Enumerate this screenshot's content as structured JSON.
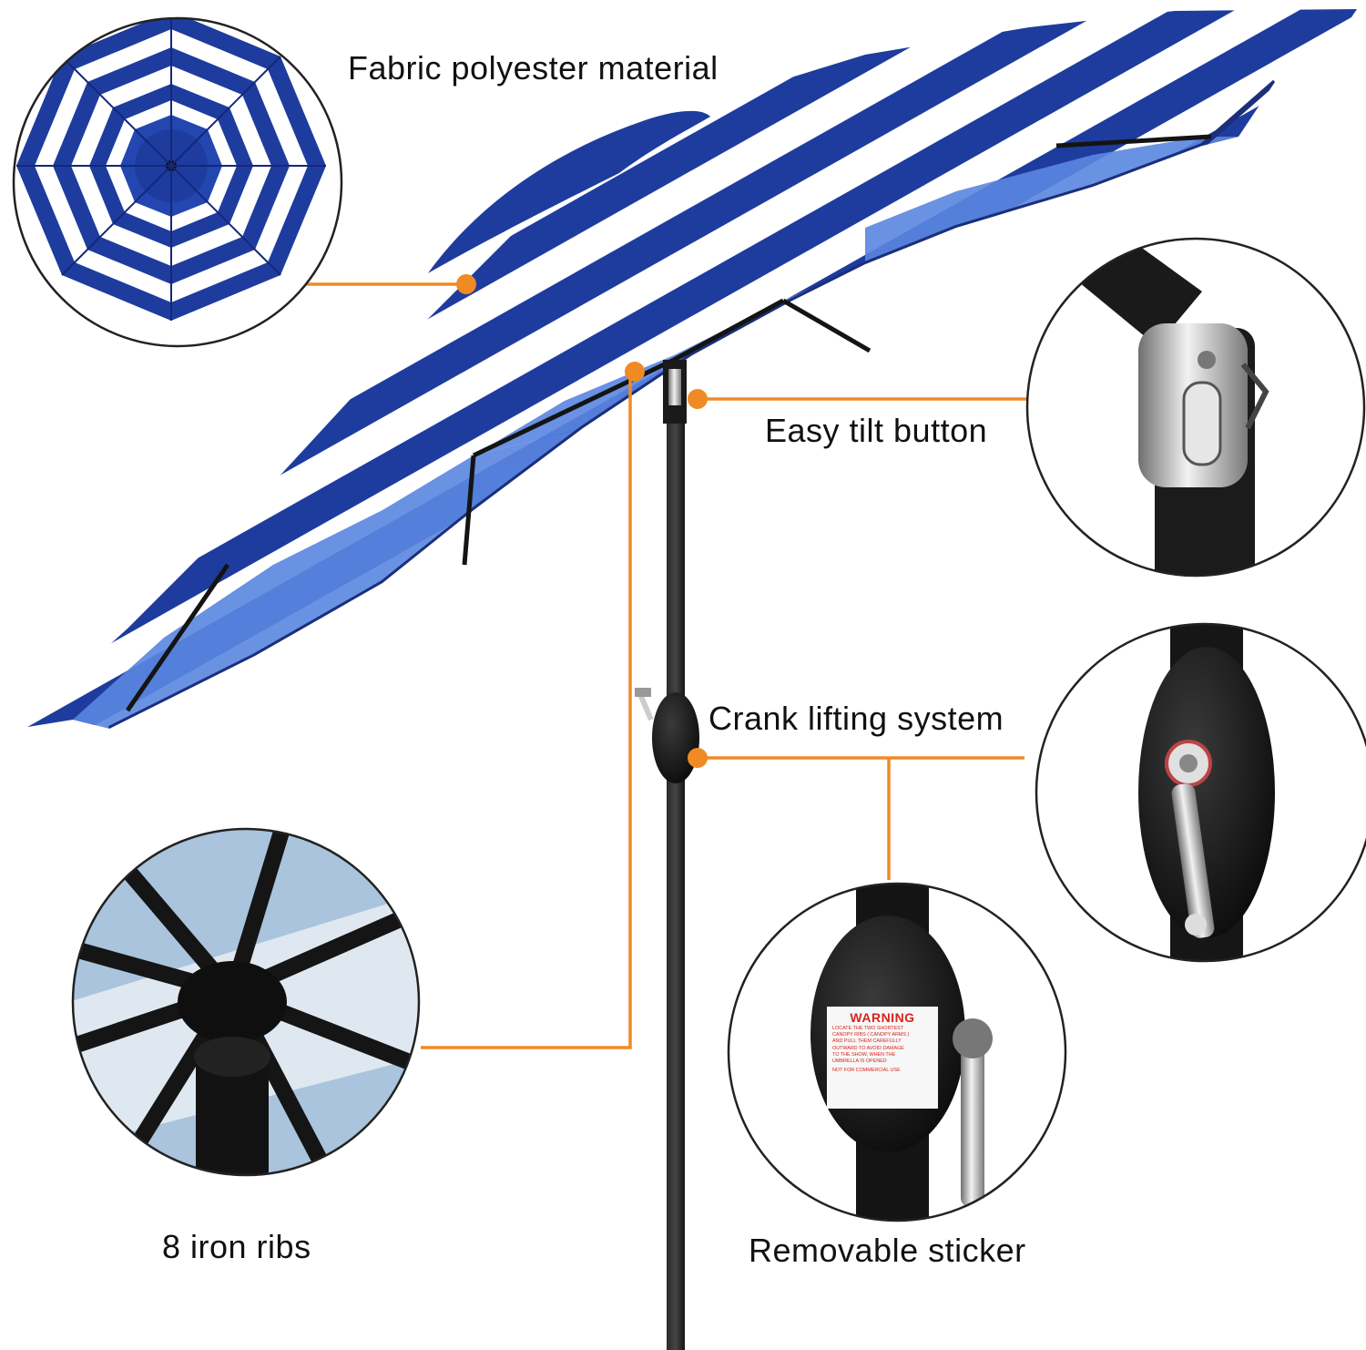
{
  "labels": {
    "fabric": "Fabric polyester material",
    "tilt": "Easy tilt button",
    "crank": "Crank lifting system",
    "ribs": "8 iron ribs",
    "sticker": "Removable sticker"
  },
  "sticker": {
    "heading": "WARNING",
    "lines": [
      "LOCATE THE TWO SHORTEST",
      "CANOPY RIBS ( CANOPY ARMS )",
      "AND PULL THEM CAREFULLY",
      "OUTWARD TO AVOID DAMAGE",
      "TO THE SHOW, WHEN THE",
      "UMBRELLA IS OPENED",
      "NOT FOR COMMERCIAL USE"
    ]
  },
  "colors": {
    "canopy_blue": "#1e3c9e",
    "canopy_light": "#5a86e0",
    "callout_orange": "#f08a24",
    "pole": "#121212"
  }
}
